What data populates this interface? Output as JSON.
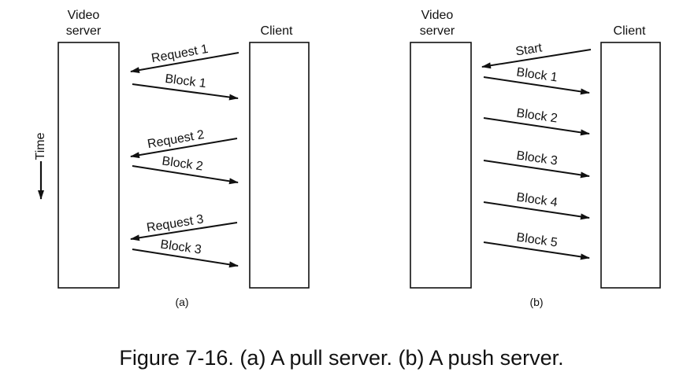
{
  "diagram_a": {
    "server_label_line1": "Video",
    "server_label_line2": "server",
    "client_label": "Client",
    "time_label": "Time",
    "messages": [
      {
        "label": "Request 1",
        "direction": "to-server"
      },
      {
        "label": "Block 1",
        "direction": "to-client"
      },
      {
        "label": "Request 2",
        "direction": "to-server"
      },
      {
        "label": "Block 2",
        "direction": "to-client"
      },
      {
        "label": "Request 3",
        "direction": "to-server"
      },
      {
        "label": "Block 3",
        "direction": "to-client"
      }
    ],
    "sublabel": "(a)"
  },
  "diagram_b": {
    "server_label_line1": "Video",
    "server_label_line2": "server",
    "client_label": "Client",
    "messages": [
      {
        "label": "Start",
        "direction": "to-server"
      },
      {
        "label": "Block 1",
        "direction": "to-client"
      },
      {
        "label": "Block 2",
        "direction": "to-client"
      },
      {
        "label": "Block 3",
        "direction": "to-client"
      },
      {
        "label": "Block 4",
        "direction": "to-client"
      },
      {
        "label": "Block 5",
        "direction": "to-client"
      }
    ],
    "sublabel": "(b)"
  },
  "caption": "Figure 7-16. (a) A pull server. (b) A push server."
}
